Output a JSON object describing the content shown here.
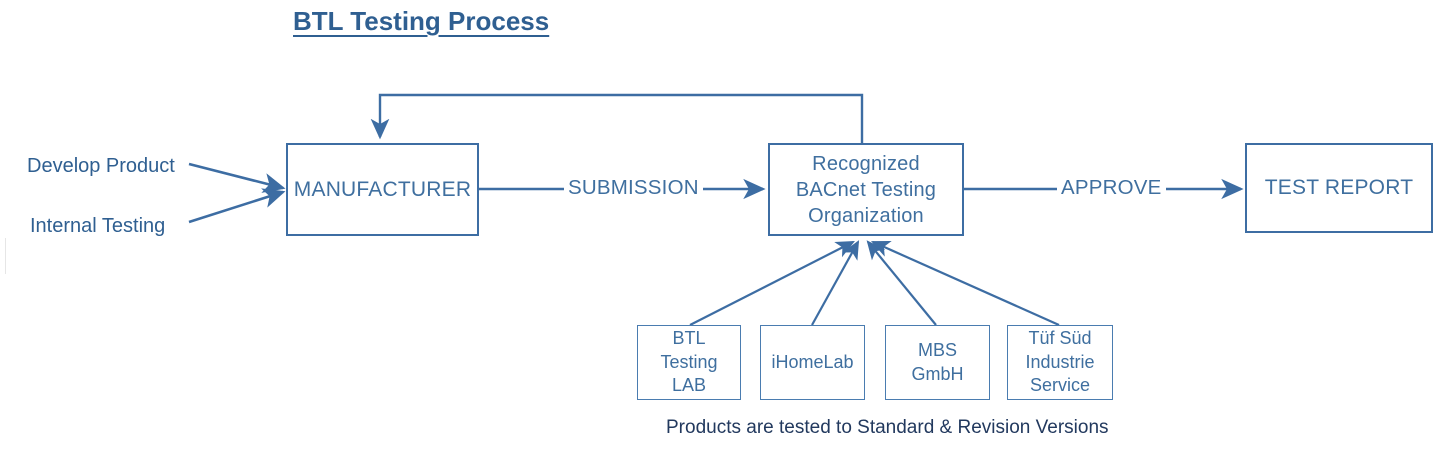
{
  "diagram": {
    "title": "BTL Testing Process",
    "caption": "Products are tested to Standard & Revision Versions",
    "colors": {
      "stroke": "#3d6da3",
      "text": "#3f6f9f",
      "title": "#2f5f91",
      "caption": "#22395e",
      "lab_stroke": "#4a7cb0",
      "background": "#ffffff"
    },
    "inputs": [
      {
        "label": "Develop Product"
      },
      {
        "label": "Internal Testing"
      }
    ],
    "nodes": [
      {
        "id": "manufacturer",
        "label": "MANUFACTURER"
      },
      {
        "id": "rbto",
        "line1": "Recognized",
        "line2": "BACnet Testing",
        "line3": "Organization"
      },
      {
        "id": "test-report",
        "label": "TEST REPORT"
      }
    ],
    "edge_labels": [
      {
        "id": "submission",
        "label": "SUBMISSION"
      },
      {
        "id": "approve",
        "label": "APPROVE"
      }
    ],
    "labs": [
      {
        "id": "btl-testing-lab",
        "line1": "BTL",
        "line2": "Testing",
        "line3": "LAB"
      },
      {
        "id": "ihomelab",
        "line1": "iHomeLab",
        "line2": "",
        "line3": ""
      },
      {
        "id": "mbs-gmbh",
        "line1": "MBS",
        "line2": "GmbH",
        "line3": ""
      },
      {
        "id": "tuf-sud",
        "line1": "Tüf Süd",
        "line2": "Industrie",
        "line3": "Service"
      }
    ]
  }
}
